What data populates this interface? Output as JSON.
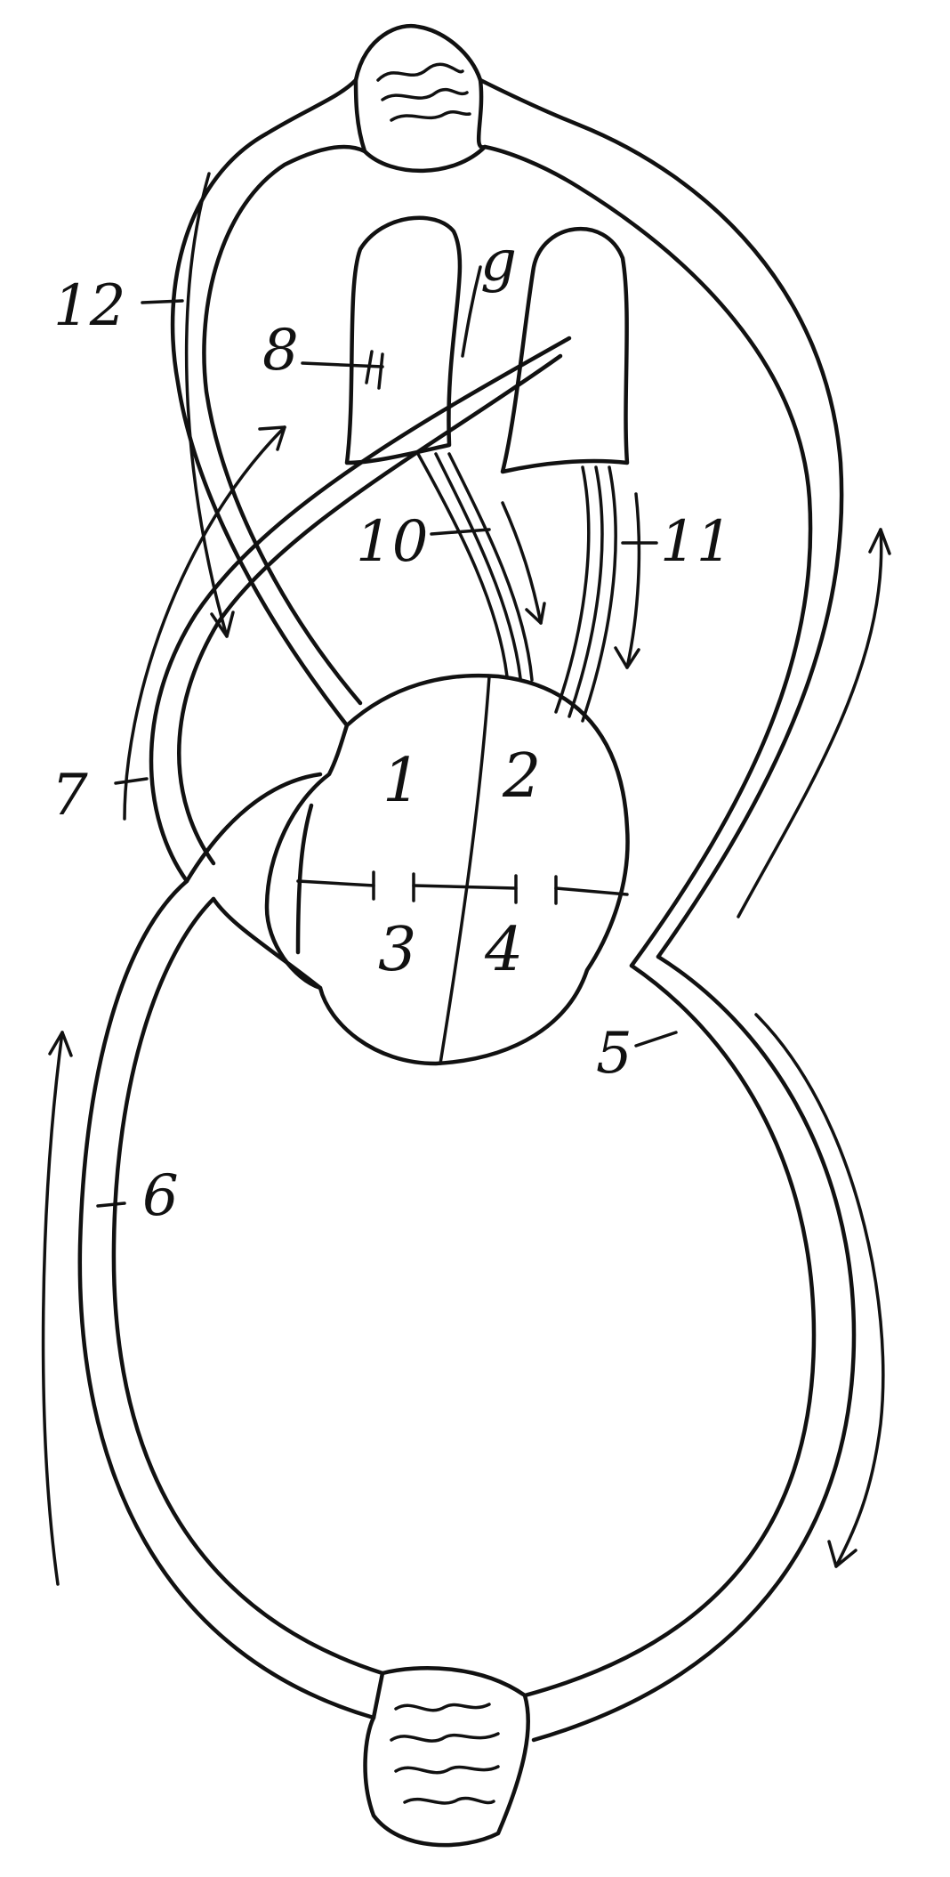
{
  "colors": {
    "ink": "#111111",
    "background": "#ffffff"
  },
  "chambers": [
    "1",
    "2",
    "3",
    "4"
  ],
  "callouts": [
    "5",
    "6",
    "7",
    "8",
    "g",
    "10",
    "11",
    "12"
  ]
}
